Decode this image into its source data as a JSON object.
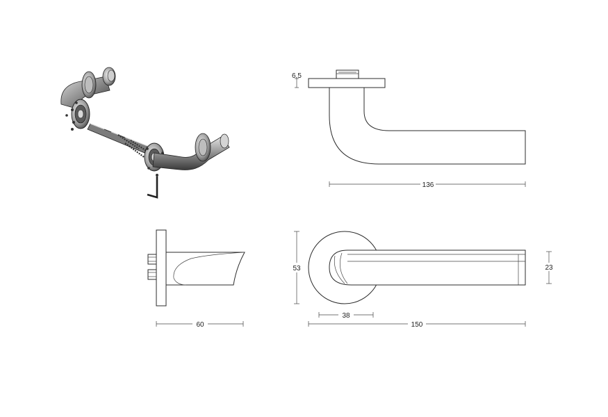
{
  "dimensions": {
    "rose_thickness": "6,5",
    "top_length": "136",
    "rose_diameter": "53",
    "lever_thickness": "23",
    "rose_offset": "38",
    "front_length": "150",
    "side_projection": "60"
  },
  "colors": {
    "line": "#2b2b2b",
    "metal_dark": "#4a4a4a",
    "metal_mid": "#8a8a8a",
    "metal_light": "#cfcfcf"
  }
}
